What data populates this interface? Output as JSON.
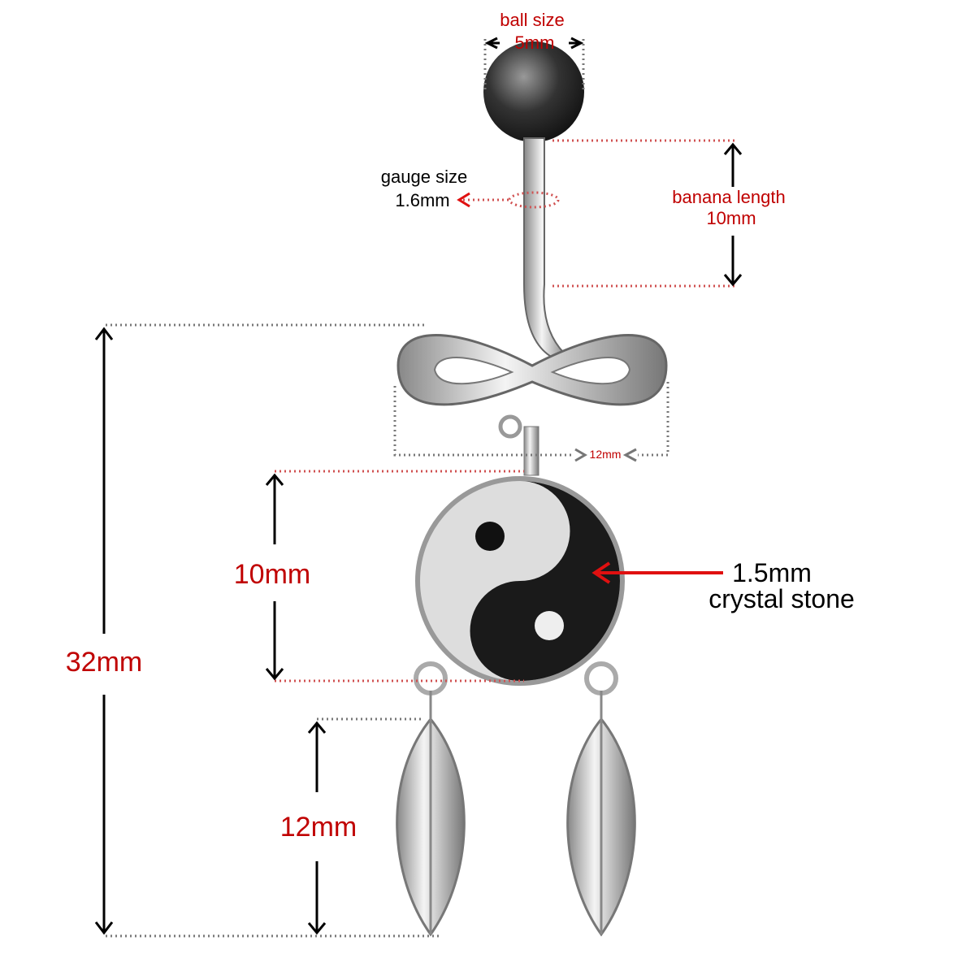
{
  "labels": {
    "ball_size_title": "ball size",
    "ball_size_value": "5mm",
    "gauge_title": "gauge size",
    "gauge_value": "1.6mm",
    "banana_title": "banana length",
    "banana_value": "10mm",
    "total_length": "32mm",
    "charm_width": "12mm",
    "charm_height": "10mm",
    "stone_size": "1.5mm",
    "stone_desc": "crystal stone",
    "feather_length": "12mm"
  },
  "colors": {
    "label_red": "#c00000",
    "arrow_red": "#e01010",
    "metal": "#c8c8c8",
    "crystal_black": "#1a1a1a"
  }
}
